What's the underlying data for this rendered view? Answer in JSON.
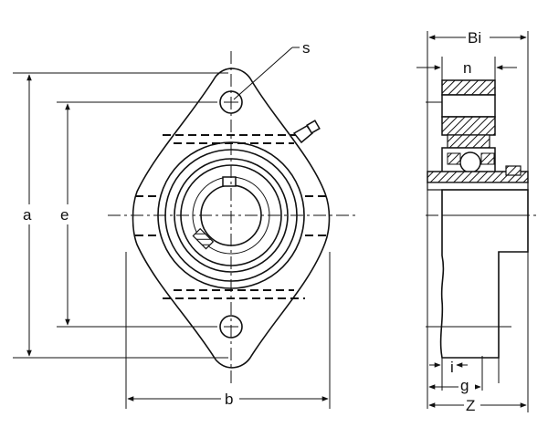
{
  "labels": {
    "a": "a",
    "e": "e",
    "b": "b",
    "s": "s",
    "Bi": "Bi",
    "n": "n",
    "i": "i",
    "g": "g",
    "Z": "Z"
  }
}
